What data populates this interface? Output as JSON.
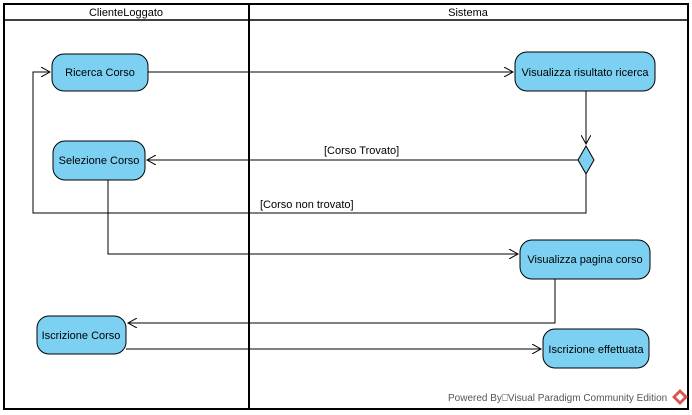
{
  "swimlanes": [
    {
      "id": "cliente",
      "title": "ClienteLoggato"
    },
    {
      "id": "sistema",
      "title": "Sistema"
    }
  ],
  "actions": [
    {
      "id": "ricerca",
      "label": "Ricerca Corso"
    },
    {
      "id": "visualizza_risultato",
      "label": "Visualizza risultato ricerca"
    },
    {
      "id": "selezione",
      "label": "Selezione Corso"
    },
    {
      "id": "visualizza_pagina",
      "label": "Visualizza pagina corso"
    },
    {
      "id": "iscrizione",
      "label": "Iscrizione Corso"
    },
    {
      "id": "iscrizione_effettuata",
      "label": "Iscrizione effettuata"
    }
  ],
  "guards": {
    "trovato": "[Corso Trovato]",
    "non_trovato": "[Corso non trovato]"
  },
  "footer": {
    "text": "Powered By⎕Visual Paradigm Community Edition"
  },
  "colors": {
    "action_fill": "#7CD1F2",
    "stroke": "#000000",
    "logo": "#D9534F"
  }
}
